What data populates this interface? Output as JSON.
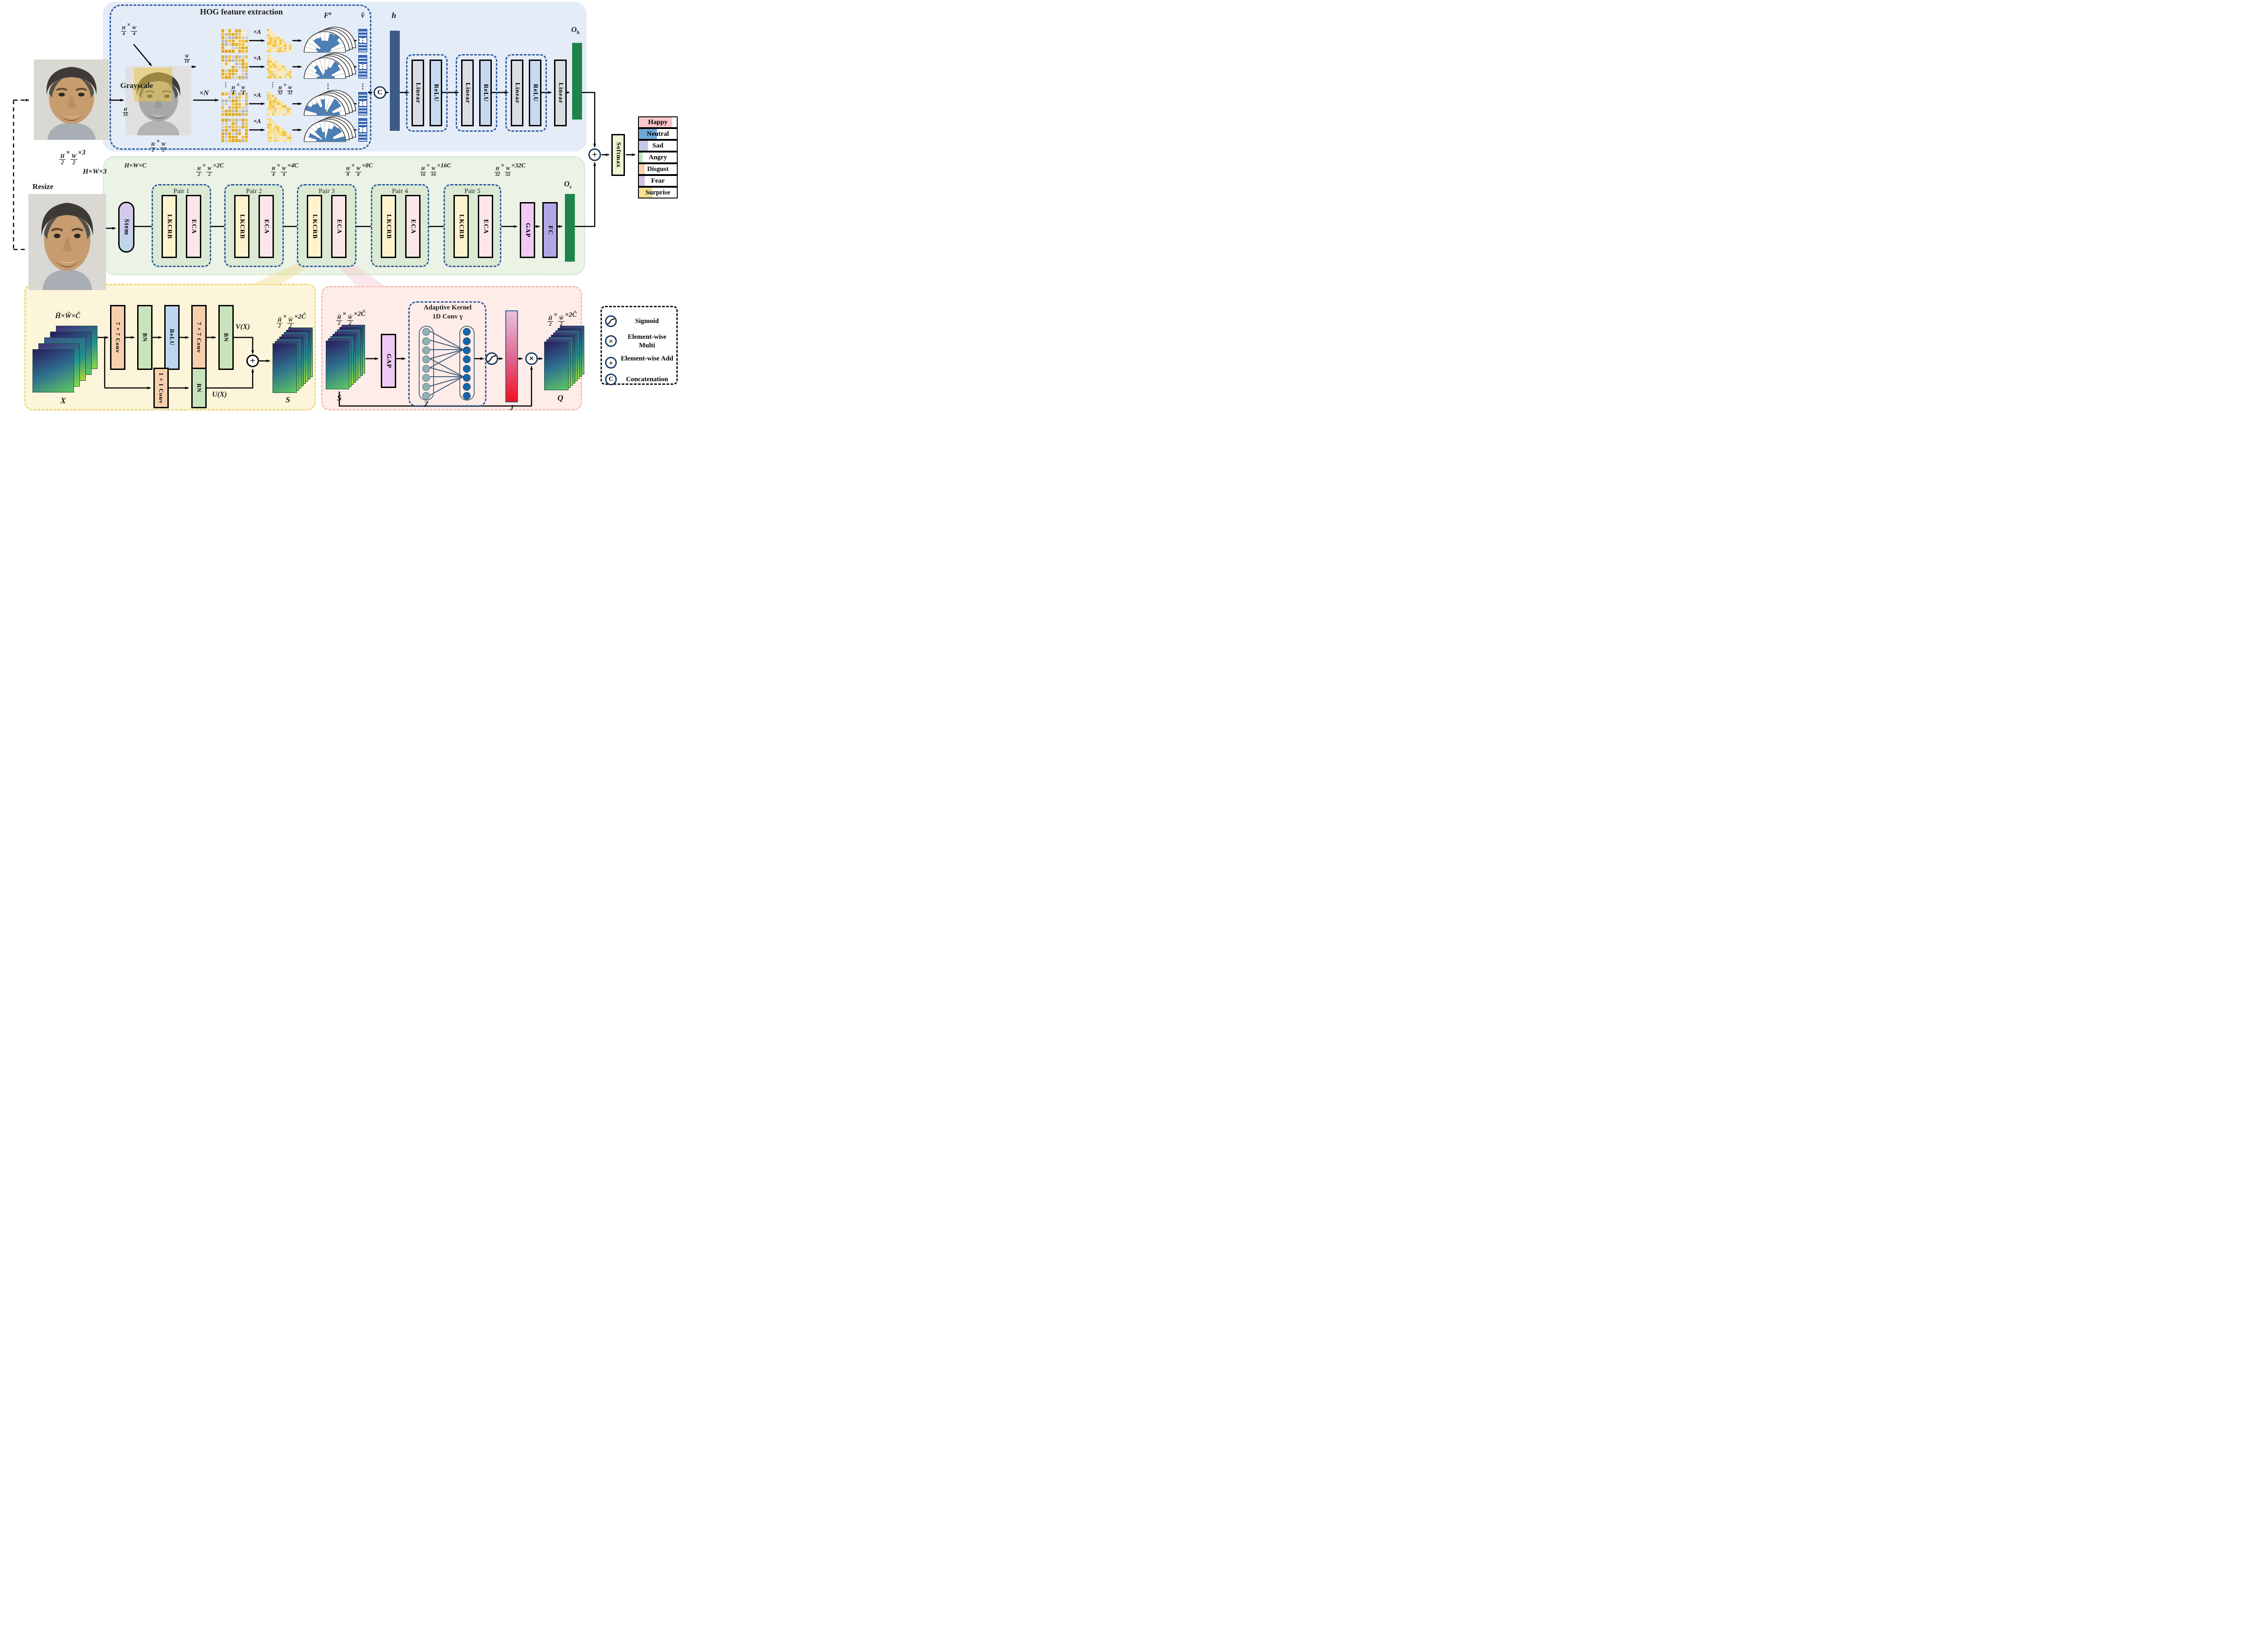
{
  "resize_branch": {
    "grayscale_label": "Grayscale",
    "resize_label": "Resize",
    "input_small_dim": "H/2×W/2×3",
    "input_full_dim": "H×W×3"
  },
  "hog": {
    "title": "HOG feature extraction",
    "patch_dim": "H/4×W/4",
    "w_stride": "W/16",
    "h_stride": "H/16",
    "gray_dim": "H/2×W/2",
    "xn": "×N",
    "xa": "×A",
    "dots": "⋮",
    "grid_dots_dim": "H/4×W/4",
    "mosaic_dots_dim": "H/32×W/32",
    "fa": {
      "main": "F",
      "sup": "a"
    },
    "vhat": "v̂",
    "h_label": "h"
  },
  "ops": {
    "add": "+",
    "multiply": "×",
    "concat": "C"
  },
  "mlp": {
    "linear": "Linear",
    "relu": "ReLU",
    "final_linear": "Linear",
    "oh": {
      "main": "O",
      "sub": "h"
    }
  },
  "backbone": {
    "dims": [
      "H×W×C",
      "H/2×W/2×2C",
      "H/4×W/4×4C",
      "H/8×W/8×8C",
      "H/16×W/16×16C",
      "H/32×W/32×32C"
    ],
    "stem": "Stem",
    "lkcrb": "LKCRB",
    "eca": "ECA",
    "pairs": [
      {
        "name": "Pair 1"
      },
      {
        "name": "Pair 2"
      },
      {
        "name": "Pair 3"
      },
      {
        "name": "Pair 4"
      },
      {
        "name": "Pair 5"
      }
    ],
    "gap": "GAP",
    "fc": "FC",
    "os": {
      "main": "O",
      "sub": "s"
    }
  },
  "head": {
    "softmax": "Softmax",
    "classes": [
      {
        "label": "Happy",
        "color": "#f8c7cb",
        "fill": 88
      },
      {
        "label": "Neutral",
        "color": "#6ea7d8",
        "fill": 48
      },
      {
        "label": "Sad",
        "color": "#c2c8e8",
        "fill": 24
      },
      {
        "label": "Angry",
        "color": "#bce6c0",
        "fill": 10
      },
      {
        "label": "Disgust",
        "color": "#f6d0b0",
        "fill": 16
      },
      {
        "label": "Fear",
        "color": "#cfc2e6",
        "fill": 15
      },
      {
        "label": "Surprise",
        "color": "#f7df93",
        "fill": 36
      }
    ]
  },
  "lkcrb_detail": {
    "in_dim": "Ĥ×Ŵ×Ĉ",
    "x_label": "X",
    "conv7": "7×7 Conv",
    "bn": "BN",
    "relu": "ReLU",
    "conv1": "1×1 Conv",
    "vx": "V(X)",
    "ux": "U(X)",
    "out_dim": "Ĥ/2×Ŵ/2×2Ĉ",
    "s_label": "S"
  },
  "eca_detail": {
    "in_dim": "Ĥ/2×Ŵ/2×2Ĉ",
    "s_label": "S",
    "gap": "GAP",
    "adaptive_line1": "Adaptive Kernel",
    "adaptive_line2": "1D Conv γ",
    "z_label": "Z",
    "j_label": "J",
    "q_label": "Q",
    "out_dim": "Ĥ/2×Ŵ/2×2Ĉ"
  },
  "legend": {
    "items": [
      {
        "icon": "sigmoid-icon",
        "glyph": "",
        "label": "Sigmoid"
      },
      {
        "icon": "multiply-icon",
        "glyph": "×",
        "label": "Element-wise Multi"
      },
      {
        "icon": "add-icon",
        "glyph": "+",
        "label": "Element-wise Add"
      },
      {
        "icon": "concat-icon",
        "glyph": "C",
        "label": "Concatenation"
      }
    ]
  }
}
